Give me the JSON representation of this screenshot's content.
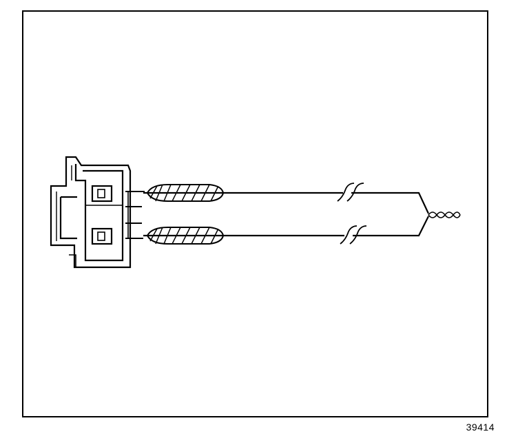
{
  "figure": {
    "number": "39414"
  },
  "components": {
    "connector": "connector-icon",
    "terminals": [
      "terminal-icon",
      "terminal-icon"
    ],
    "wires": [
      "wire",
      "wire"
    ],
    "heat_shrink_sleeves": [
      "heat-shrink-sleeve",
      "heat-shrink-sleeve"
    ],
    "break_marks": [
      "break-mark",
      "break-mark"
    ],
    "twisted_end": "twisted-splice"
  },
  "colors": {
    "line": "#000000",
    "background": "#ffffff"
  }
}
